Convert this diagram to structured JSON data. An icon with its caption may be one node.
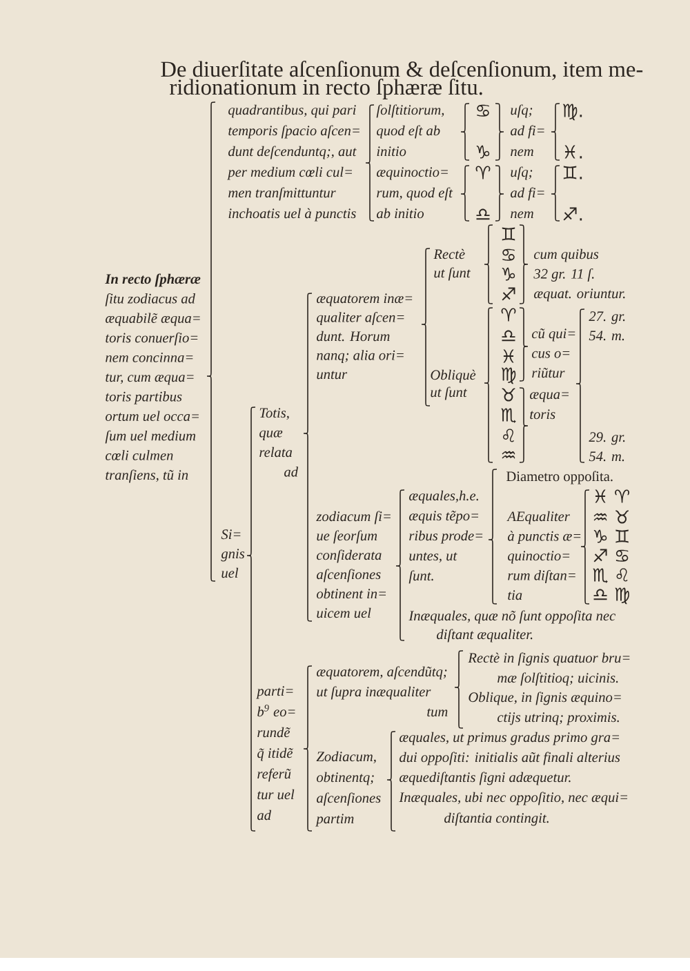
{
  "diagram": {
    "title": "De diuerſitate aſcenſionum & deſcenſionum, item me- ridionationum in recto ſphæræ ſitu.",
    "labels": [
      "**In recto ſphæræ** ſitu zodiacus ad æquabilẽ æqua= toris conuerſio= nem concinna= tur, cum æqua= toris partibus ortum uel occa= ſum uel medium cœli culmen tranſiens, tũ in",
      "quadrantibus, qui pari temporis ſpacio aſcen= dunt deſcenduntq;, aut per medium cœli cul= men tranſmittuntur inchoatis uel à punctis",
      "ſolſtitiorum, quod eſt ab initio",
      "♋",
      "♑",
      "uſq; ad fi= nem",
      "♍.",
      "♓.",
      "æquinoctio= rum, quod eſt ab initio",
      "♈",
      "♎",
      "uſq; ad fi= nem",
      "♊.",
      "♐.",
      "Si= gnis uel",
      "Totis, quæ relata ad",
      "æquatorem inæ= qualiter aſcen= dunt. Horum nanq; alia ori= untur",
      "Rectè ut ſunt",
      "♊",
      "♋",
      "♑",
      "♐",
      "cum quibus 32 gr. 11 ſ. æquat. oriuntur.",
      "Obliquè ut ſunt",
      "♈",
      "♎",
      "♓",
      "♍",
      "♉",
      "♏",
      "♌",
      "♒",
      "cũ qui= cus o= riũtur",
      "æqua= toris",
      "27. gr. 54. m.",
      "29. gr. 54. m.",
      "zodiacum ſi= ue ſeorſum conſiderata aſcenſiones obtinent in= uicem uel",
      "æquales,h.e. æquis tẽpo= ribus prode= untes, ut ſunt.",
      "Diametro oppoſita.",
      "AEqualiter à punctis æ= quinoctio= rum diſtan= tia",
      "♓ ♈",
      "♒ ♉",
      "♑ ♊",
      "♐ ♋",
      "♏ ♌",
      "♎ ♍",
      "Inæquales, quæ nõ ſunt oppoſita nec diſtant æqualiter.",
      "parti= b$^{9}$ eo= rundẽ q̃ itidẽ referũ tur uel ad",
      "æquatorem, aſcendũtq; ut ſupra inæqualiter tum",
      "Rectè in ſignis quatuor bru= mæ ſolſtitioq; uicinis.",
      "Oblique, in ſignis æquino= ctijs utrinq; proximis.",
      "Zodiacum, obtinentq; aſcenſiones partim",
      "æquales, ut primus gradus primo gra= dui oppoſiti: initialis aũt finali alterius æquediſtantis ſigni adæquetur.",
      "Inæquales, ubi nec oppoſitio, nec æqui= diſtantia contingit."
    ]
  }
}
